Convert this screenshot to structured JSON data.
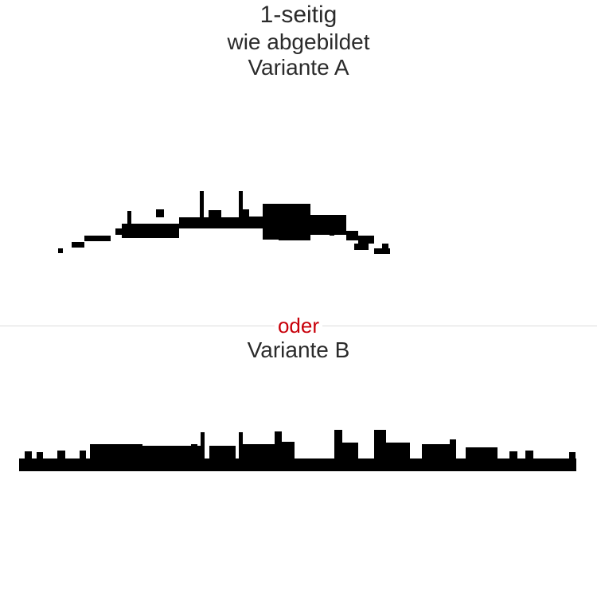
{
  "header": {
    "title": "1-seitig",
    "subtitle": "wie abgebildet",
    "variant_a_label": "Variante A"
  },
  "separator": {
    "label": "oder",
    "label_color": "#c8000a",
    "line_color": "#dcdcdc"
  },
  "variant_b": {
    "label": "Variante B"
  },
  "images": {
    "variant_a": {
      "icon": "skyline-silhouette-arched",
      "fill": "#000000"
    },
    "variant_b": {
      "icon": "skyline-silhouette-flat-band",
      "fill": "#000000"
    }
  }
}
